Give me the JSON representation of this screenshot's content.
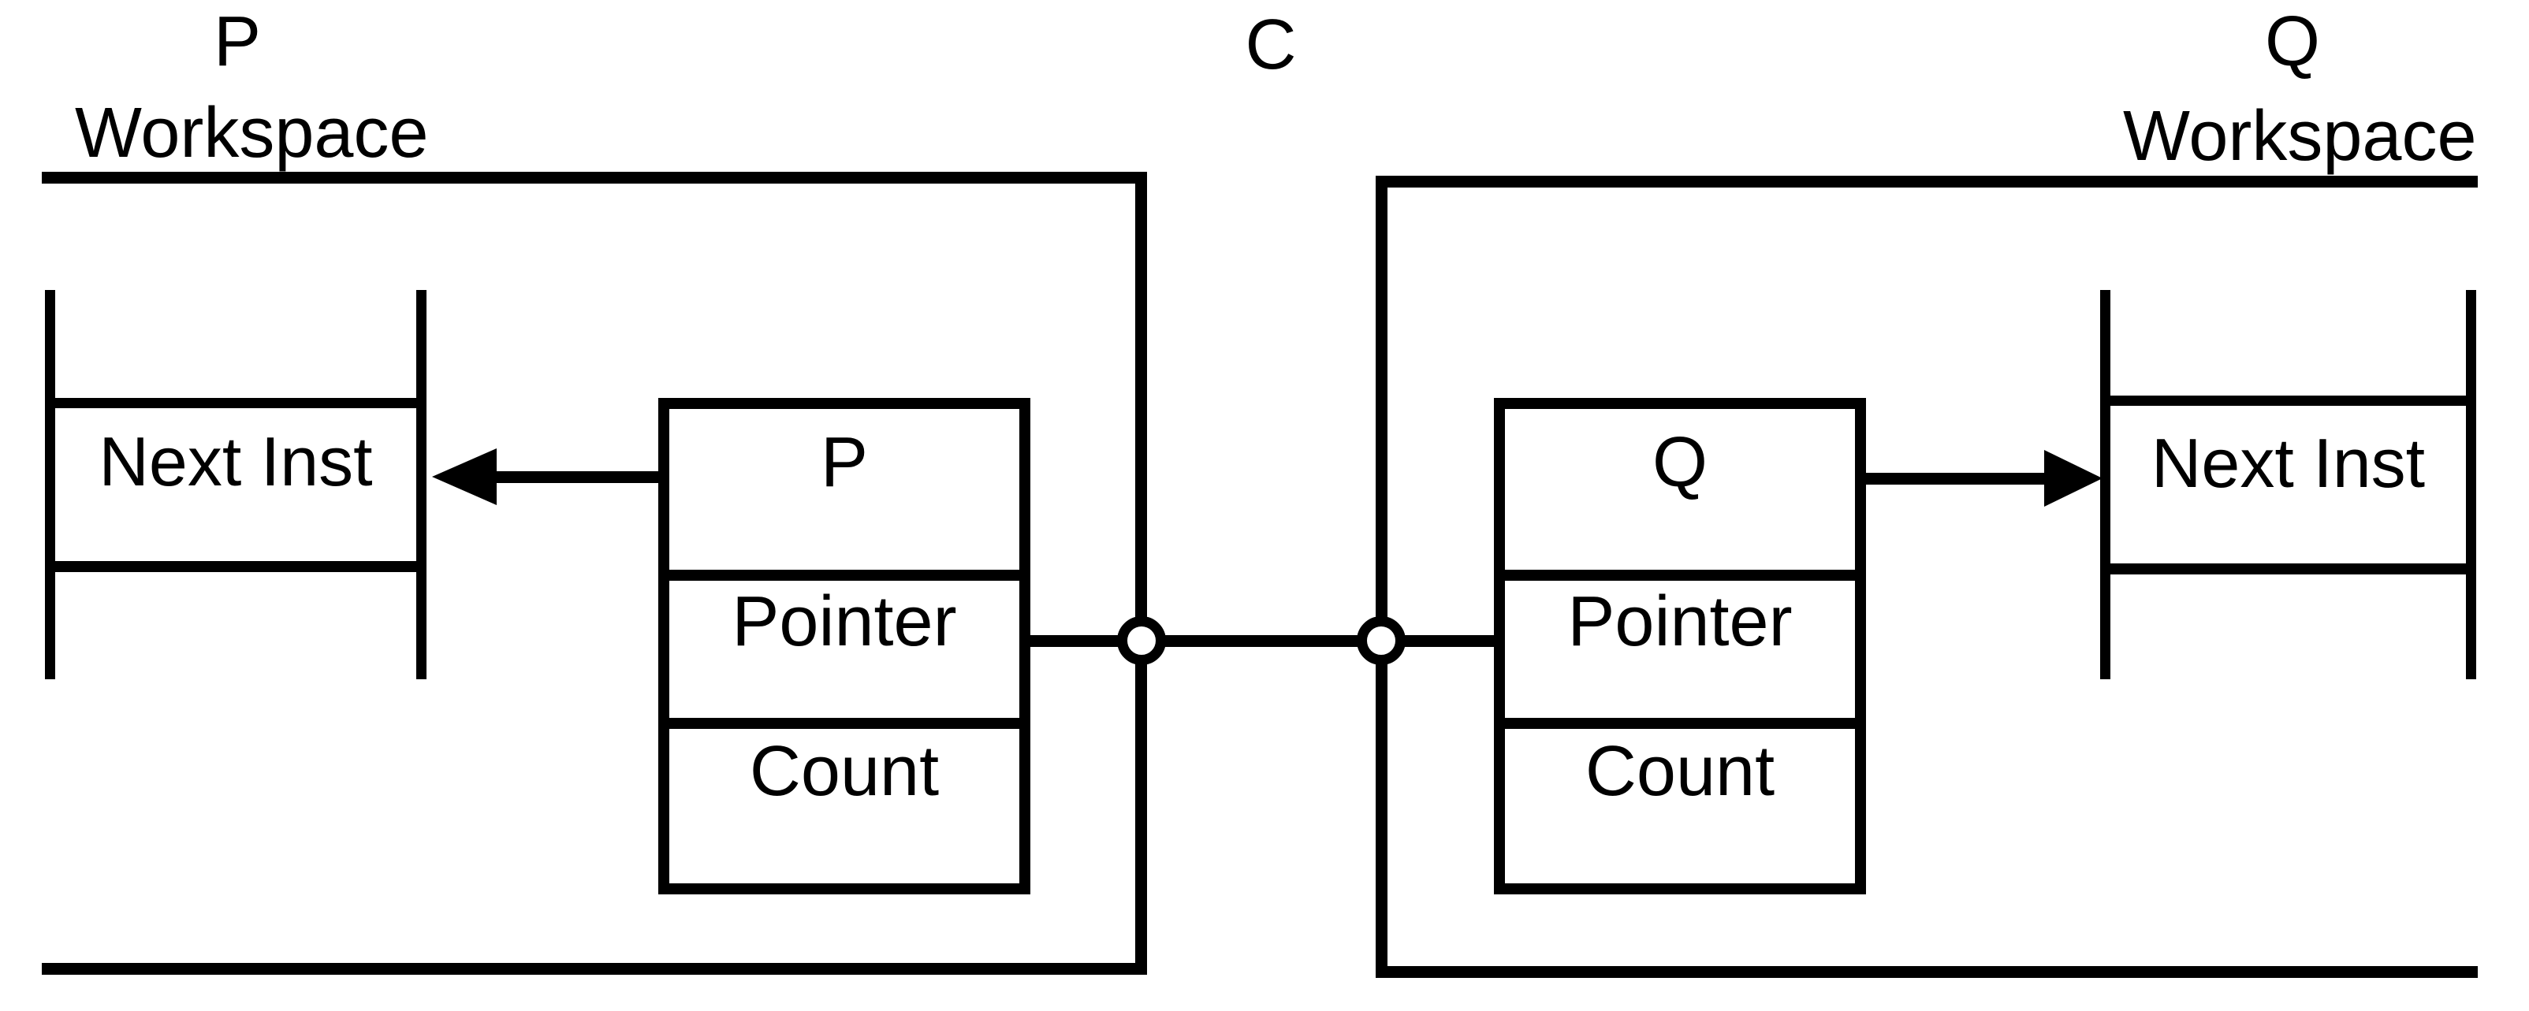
{
  "figure": {
    "channel": {
      "label": "C"
    },
    "left_process": {
      "label": "P",
      "workspace_label": "Workspace",
      "memory_cell": "Next Inst",
      "register_box": [
        "P",
        "Pointer",
        "Count"
      ]
    },
    "right_process": {
      "label": "Q",
      "workspace_label": "Workspace",
      "memory_cell": "Next Inst",
      "register_box": [
        "Q",
        "Pointer",
        "Count"
      ]
    }
  },
  "colors": {
    "ink": "#000000",
    "paper": "#ffffff"
  }
}
